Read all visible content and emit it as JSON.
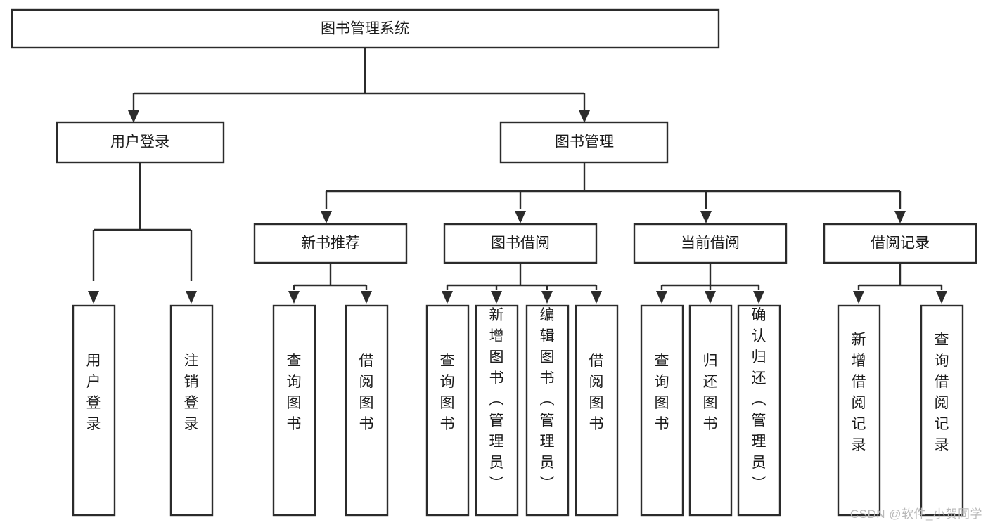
{
  "diagram": {
    "type": "tree-hierarchy",
    "orientation": "top-down",
    "title": "图书管理系统",
    "background_color": "#ffffff",
    "line_color": "#2b2b2b",
    "box_fill": "#ffffff",
    "text_color": "#1b1b1b",
    "levels": 4
  },
  "root": {
    "label": "图书管理系统"
  },
  "level2": {
    "user_login": {
      "label": "用户登录"
    },
    "book_manage": {
      "label": "图书管理"
    }
  },
  "level3": {
    "new_book_rec": {
      "label": "新书推荐"
    },
    "book_borrow": {
      "label": "图书借阅"
    },
    "current_borrow": {
      "label": "当前借阅"
    },
    "borrow_record": {
      "label": "借阅记录"
    }
  },
  "leaves": {
    "user_login": [
      {
        "label": "用户登录"
      },
      {
        "label": "注销登录"
      }
    ],
    "new_book_rec": [
      {
        "label": "查询图书"
      },
      {
        "label": "借阅图书"
      }
    ],
    "book_borrow": [
      {
        "label": "查询图书"
      },
      {
        "label": "新增图书（管理员）"
      },
      {
        "label": "编辑图书（管理员）"
      },
      {
        "label": "借阅图书"
      }
    ],
    "current_borrow": [
      {
        "label": "查询图书"
      },
      {
        "label": "归还图书"
      },
      {
        "label": "确认归还（管理员）"
      }
    ],
    "borrow_record": [
      {
        "label": "新增借阅记录"
      },
      {
        "label": "查询借阅记录"
      }
    ]
  },
  "watermark": {
    "text": "CSDN @软件_小贺同学",
    "color": "#b9b9b9"
  }
}
